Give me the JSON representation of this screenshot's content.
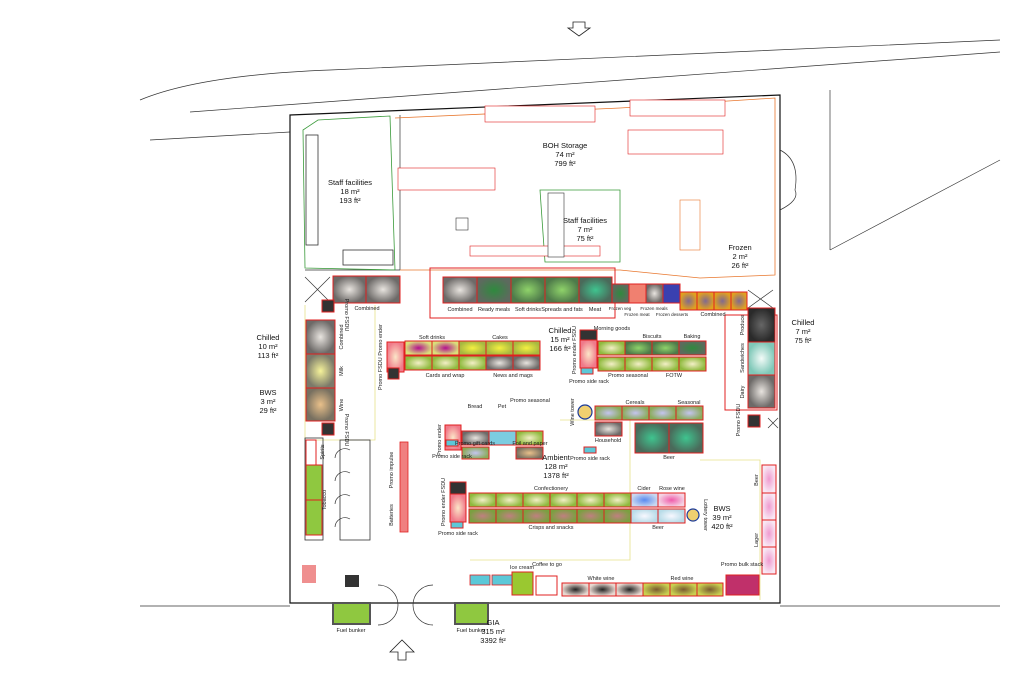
{
  "areas": {
    "staff_large": {
      "name": "Staff facilities",
      "m2": "18 m²",
      "ft2": "193 ft²"
    },
    "boh": {
      "name": "BOH Storage",
      "m2": "74 m²",
      "ft2": "799 ft²"
    },
    "staff_small": {
      "name": "Staff facilities",
      "m2": "7 m²",
      "ft2": "75 ft²"
    },
    "frozen": {
      "name": "Frozen",
      "m2": "2 m²",
      "ft2": "26 ft²"
    },
    "chilled_left": {
      "name": "Chilled",
      "m2": "10 m²",
      "ft2": "113 ft²"
    },
    "bws_left": {
      "name": "BWS",
      "m2": "3 m²",
      "ft2": "29 ft²"
    },
    "chilled_mid": {
      "name": "Chilled",
      "m2": "15 m²",
      "ft2": "166 ft²"
    },
    "chilled_right": {
      "name": "Chilled",
      "m2": "7 m²",
      "ft2": "75 ft²"
    },
    "ambient": {
      "name": "Ambient",
      "m2": "128 m²",
      "ft2": "1378 ft²"
    },
    "bws_right": {
      "name": "BWS",
      "m2": "39 m²",
      "ft2": "420 ft²"
    },
    "gia": {
      "name": "GIA",
      "m2": "315 m²",
      "ft2": "3392 ft²"
    }
  },
  "fixtures": {
    "combined_top_left": "Combined",
    "combined_chilled": "Combined",
    "ready_meals": "Ready meals",
    "soft_drinks_chilled": "Soft drinks",
    "spreads_fats": "Spreads and fats",
    "meat": "Meat",
    "frozen_veg": "Frozen veg",
    "frozen_meat": "Frozen meat",
    "frozen_meals": "Frozen meals",
    "frozen_desserts": "Frozen desserts",
    "combined_frozen": "Combined",
    "promo_fsdu_1": "Promo FSDU",
    "combined_wall": "Combined",
    "milk": "Milk",
    "wine_wall": "Wine",
    "promo_fsdu_2": "Promo FSDU",
    "soft_drinks": "Soft drinks",
    "cakes": "Cakes",
    "cards_wrap": "Cards and wrap",
    "news_mags": "News and mags",
    "promo_end_1": "Promo FSDU Promo ender",
    "morning_goods": "Morning goods",
    "biscuits": "Biscuits",
    "baking": "Baking",
    "promo_seasonal": "Promo seasonal",
    "fotw": "FOTW",
    "promo_end_2": "Promo ender FSDU",
    "promo_side_rack_1": "Promo side rack",
    "produce": "Produce",
    "sandwiches": "Sandwiches",
    "dairy": "Dairy",
    "promo_fsdu_3": "Promo FSDU",
    "bread": "Bread",
    "pet": "Pet",
    "promo_seasonal_2": "Promo seasonal",
    "promo_gift_cards": "Promo gift cards",
    "foil_paper": "Foil and paper",
    "promo_ender_3": "Promo ender",
    "promo_side_rack_2": "Promo side rack",
    "wine_tower": "Wine tower",
    "cereals": "Cereals",
    "seasonal": "Seasonal",
    "household": "Household",
    "beer_ambient": "Beer",
    "promo_side_rack_3": "Promo side rack",
    "spirits": "Spirits",
    "tobacco": "Tobacco",
    "promo_impulse": "Promo impulse",
    "batteries": "Batteries",
    "confectionery": "Confectionery",
    "crisps_snacks": "Crisps and snacks",
    "cider": "Cider",
    "rose_wine": "Rose wine",
    "beer_bws": "Beer",
    "promo_end_4": "Promo ender FSDU",
    "promo_side_rack_4": "Promo side rack",
    "lottery_tower": "Lottery tower",
    "beer_wall": "Beer",
    "lager": "Lager",
    "ice_cream": "Ice cream",
    "coffee": "Coffee to go",
    "white_wine": "White wine",
    "red_wine": "Red wine",
    "promo_bulk": "Promo bulk stack",
    "fuel_bunker_1": "Fuel bunker",
    "fuel_bunker_2": "Fuel bunker"
  },
  "colors": {
    "fixture_outline": "#e02020",
    "boh_outline": "#e8772e",
    "staff_outline": "#3a9a3a",
    "chilled_outline": "#e6e28a"
  }
}
